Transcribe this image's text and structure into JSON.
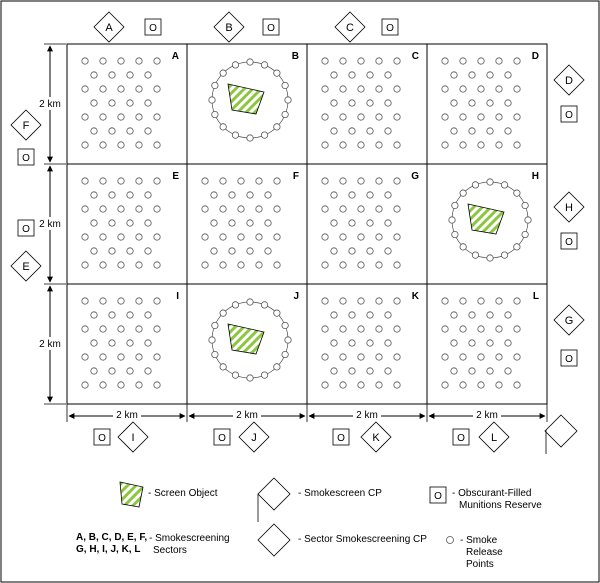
{
  "sectors": [
    "A",
    "B",
    "C",
    "D",
    "E",
    "F",
    "G",
    "H",
    "I",
    "J",
    "K",
    "L"
  ],
  "dimension_label": "2 km",
  "cp_labels": [
    "A",
    "B",
    "C",
    "D",
    "E",
    "F",
    "G",
    "H",
    "I",
    "J",
    "K",
    "L"
  ],
  "reserve_symbol": "O",
  "screen_object_sectors": [
    "B",
    "H",
    "J"
  ],
  "legend": {
    "screen_object": "- Screen Object",
    "smokescreen_cp": "- Smokescreen CP",
    "reserve_line1": "- Obscurant-Filled",
    "reserve_line2": "Munitions Reserve",
    "sectors_letters_line1": "A, B, C, D, E, F,",
    "sectors_letters_line2": "G, H, I, J, K, L",
    "sectors_line1": "- Smokescreening",
    "sectors_line2": "Sectors",
    "sector_cp": "- Sector Smokescreening CP",
    "release_line1": "- Smoke",
    "release_line2": "Release",
    "release_line3": "Points"
  },
  "colors": {
    "stroke": "#000000",
    "release_point_stroke": "#555555",
    "screen_green": "#8cc63f"
  }
}
